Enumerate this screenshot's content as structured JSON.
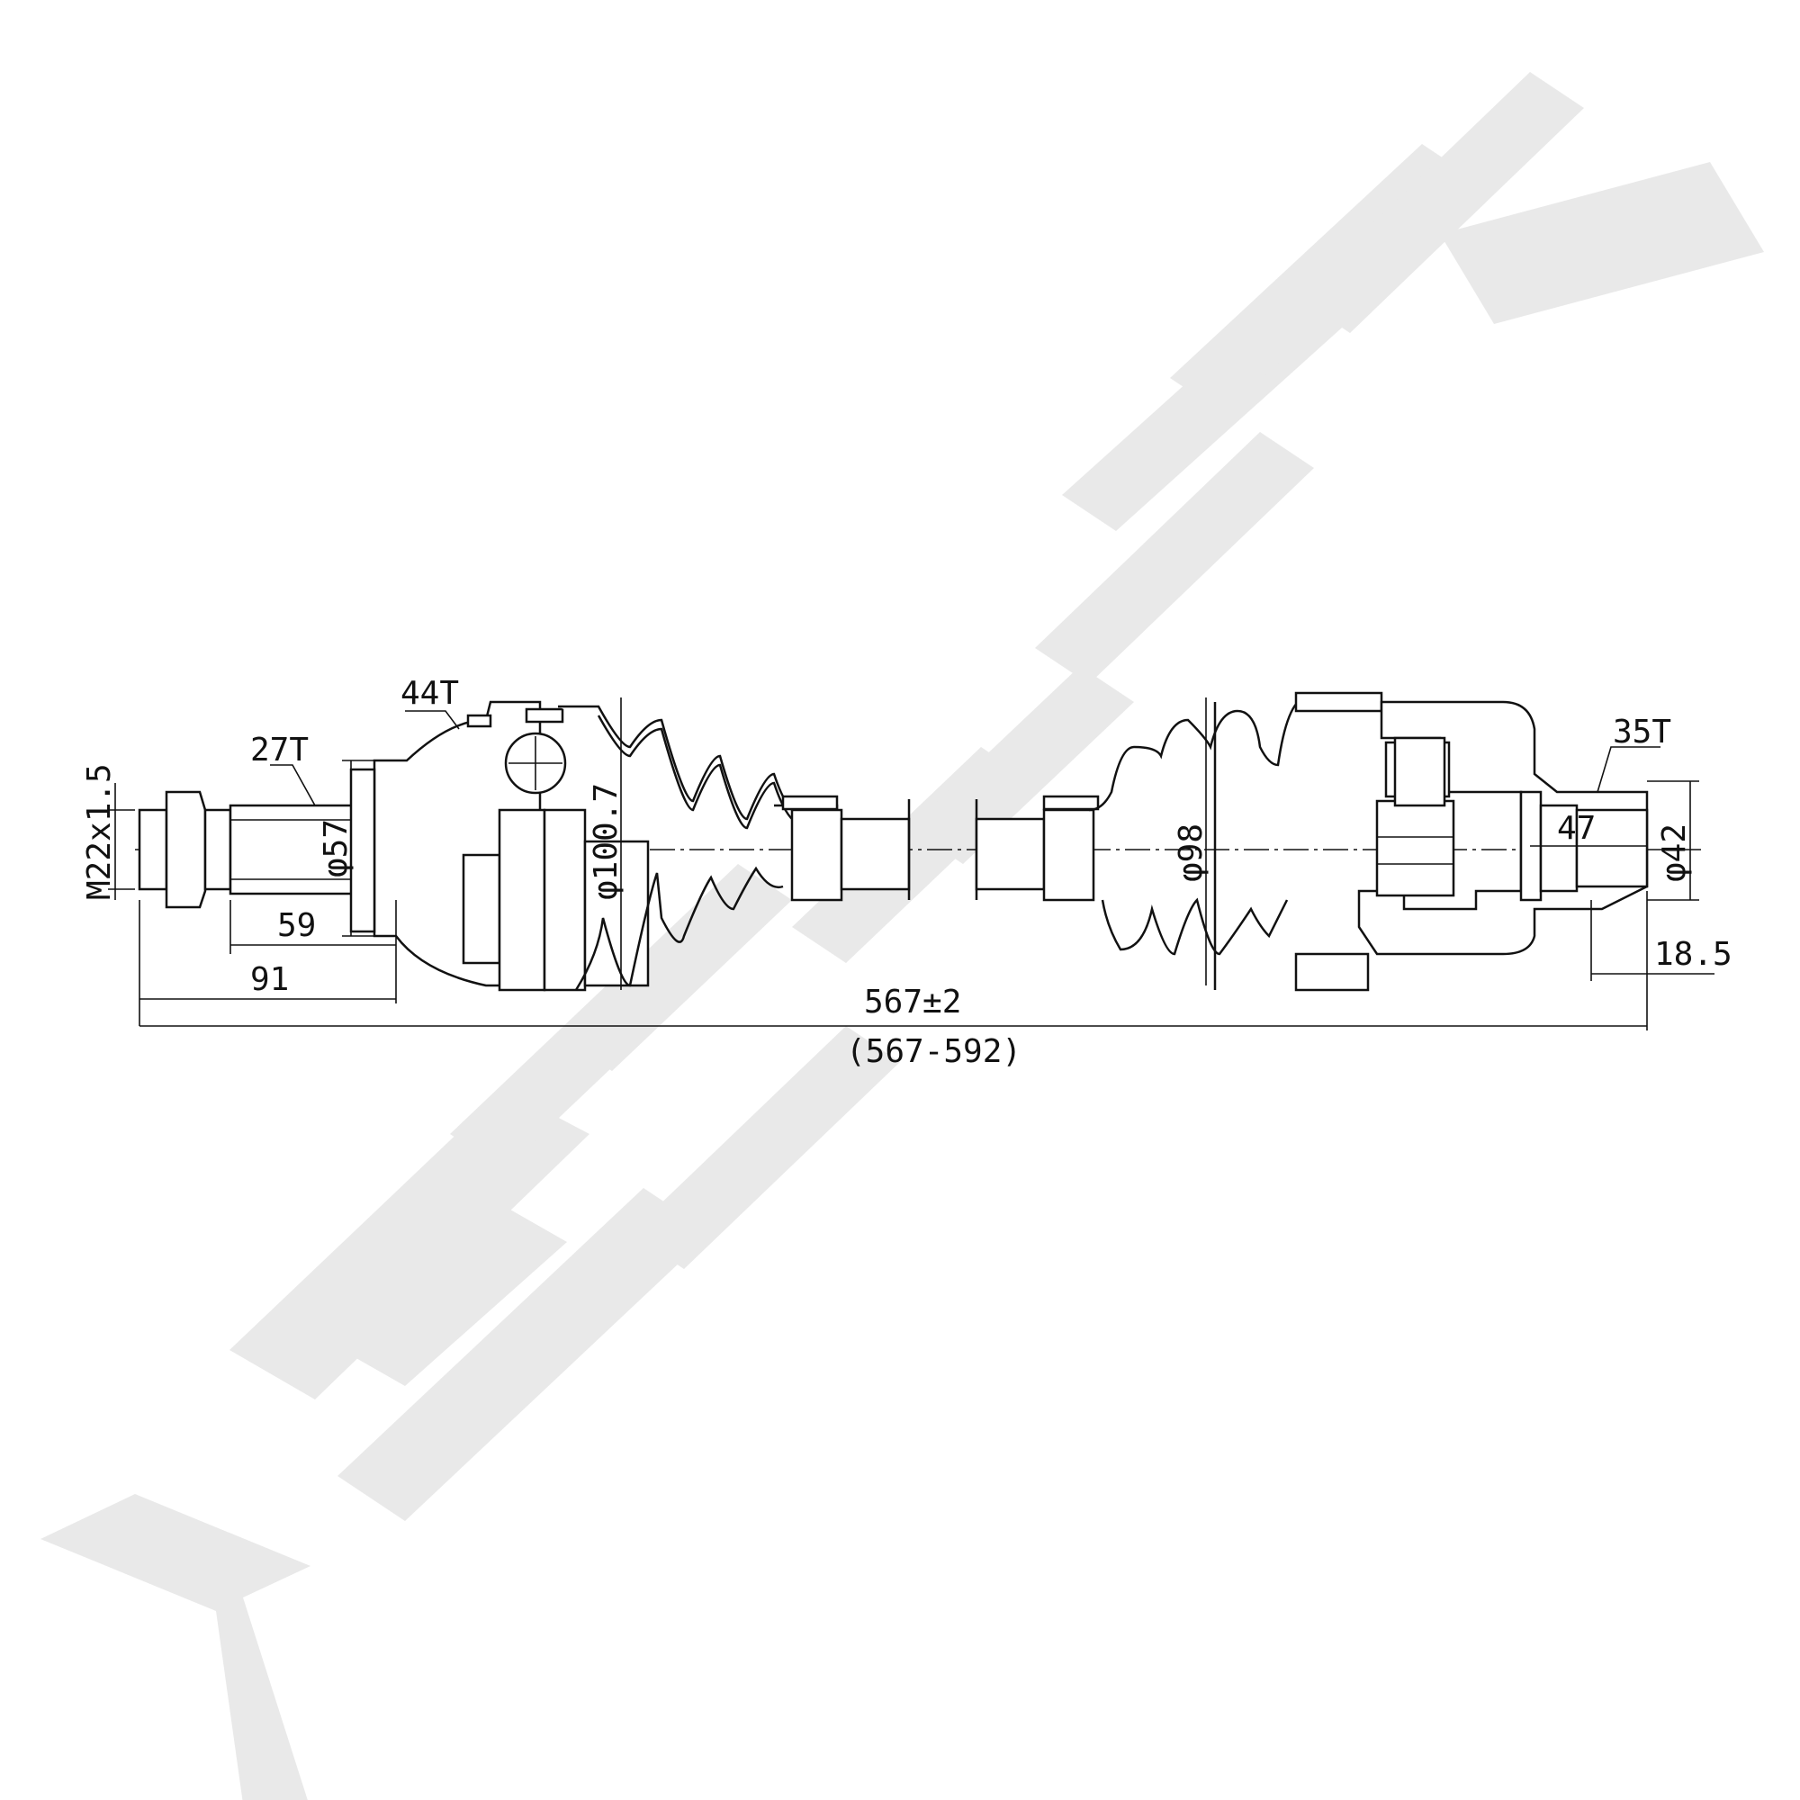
{
  "watermark": {
    "text": "ZENNEK",
    "color": "#e9e9e9"
  },
  "labels": {
    "thread": "M22x1.5",
    "spline_outer_teeth": "27T",
    "abs_ring_teeth": "44T",
    "dia_outer_shaft": "φ57",
    "len_spline": "59",
    "len_outer_to_cv": "91",
    "dia_outer_boot": "φ100.7",
    "dia_inner_boot": "φ98",
    "total_length": "567±2",
    "length_range": "(567-592)",
    "inner_spline_teeth": "35T",
    "dia_inner_shaft": "φ42",
    "len_inner_spline": "47",
    "len_inner_end": "18.5"
  }
}
